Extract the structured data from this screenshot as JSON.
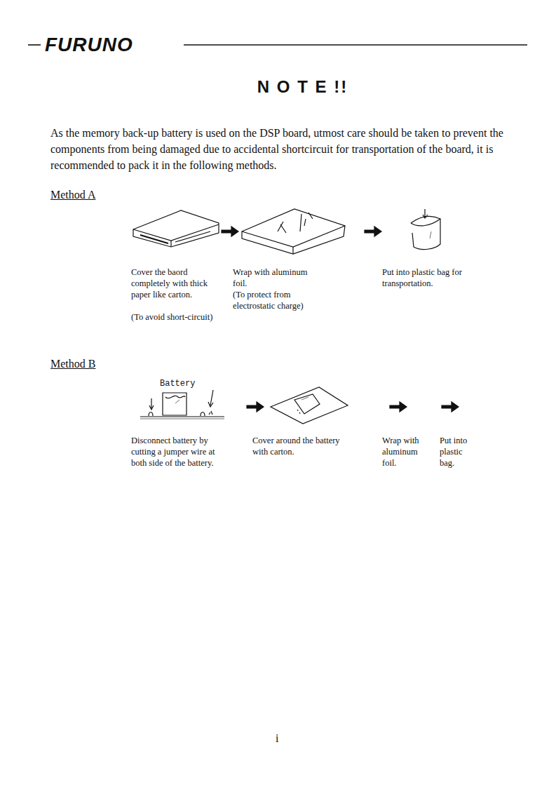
{
  "diagram": {
    "title": "N O T E !!",
    "labels": [
      "FURUNO",
      "As the memory back-up battery is used on the DSP board, utmost care should be taken to prevent the components from being damaged due to accidental shortcircuit for transportation of the board, it is recommended to pack it in the following methods.",
      "Method A",
      "Cover the baord completely with thick paper like carton.",
      "(To avoid short-circuit)",
      "Wrap with aluminum foil.",
      "(To protect from electrostatic charge)",
      "Put into plastic bag for transportation.",
      "Method B",
      "Battery",
      "Disconnect battery by cutting a jumper wire at both side of the battery.",
      "Cover around the battery with carton.",
      "Wrap with aluminum foil.",
      "Put into plastic bag.",
      "i"
    ]
  }
}
